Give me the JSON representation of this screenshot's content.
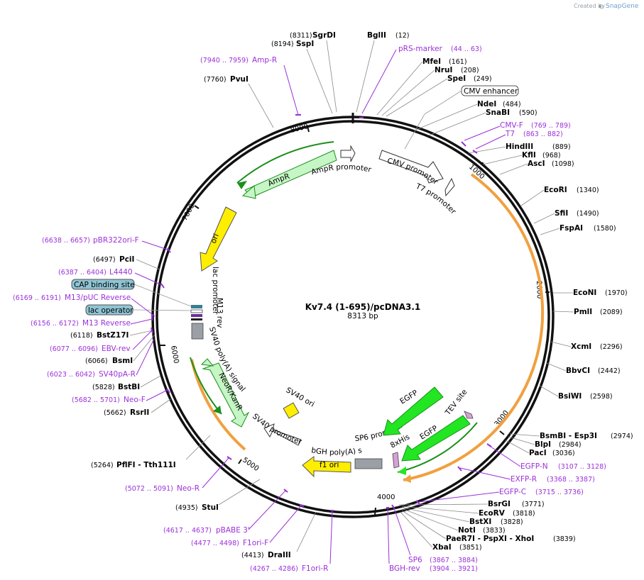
{
  "watermark": {
    "created_by": "Created by",
    "brand": "SnapGene"
  },
  "plasmid": {
    "name": "Kv7.4 (1-695)/pcDNA3.1",
    "size": "8313 bp"
  },
  "ticks": [
    "1000",
    "2000",
    "3000",
    "4000",
    "5000",
    "6000",
    "7000",
    "8000"
  ],
  "enzymes": [
    {
      "name": "SgrDI",
      "pos": "(8311)"
    },
    {
      "name": "SspI",
      "pos": "(8194)"
    },
    {
      "name": "BglII",
      "pos": "(12)"
    },
    {
      "name": "PvuI",
      "pos": "(7760)"
    },
    {
      "name": "MfeI",
      "pos": "(161)"
    },
    {
      "name": "NruI",
      "pos": "(208)"
    },
    {
      "name": "SpeI",
      "pos": "(249)"
    },
    {
      "name": "NdeI",
      "pos": "(484)"
    },
    {
      "name": "SnaBI",
      "pos": "(590)"
    },
    {
      "name": "HindIII",
      "pos": "(889)"
    },
    {
      "name": "KflI",
      "pos": "(968)"
    },
    {
      "name": "AscI",
      "pos": "(1098)"
    },
    {
      "name": "EcoRI",
      "pos": "(1340)"
    },
    {
      "name": "SfiI",
      "pos": "(1490)"
    },
    {
      "name": "FspAI",
      "pos": "(1580)"
    },
    {
      "name": "EcoNI",
      "pos": "(1970)"
    },
    {
      "name": "PmlI",
      "pos": "(2089)"
    },
    {
      "name": "XcmI",
      "pos": "(2296)"
    },
    {
      "name": "BbvCI",
      "pos": "(2442)"
    },
    {
      "name": "BsiWI",
      "pos": "(2598)"
    },
    {
      "name": "BsmBI - Esp3I",
      "pos": "(2974)"
    },
    {
      "name": "BlpI",
      "pos": "(2984)"
    },
    {
      "name": "PacI",
      "pos": "(3036)"
    },
    {
      "name": "BsrGI",
      "pos": "(3771)"
    },
    {
      "name": "EcoRV",
      "pos": "(3818)"
    },
    {
      "name": "BstXI",
      "pos": "(3828)"
    },
    {
      "name": "NotI",
      "pos": "(3833)"
    },
    {
      "name": "PaeR7I - PspXI - XhoI",
      "pos": "(3839)"
    },
    {
      "name": "XbaI",
      "pos": "(3851)"
    },
    {
      "name": "PciI",
      "pos": "(6497)"
    },
    {
      "name": "BstZ17I",
      "pos": "(6118)"
    },
    {
      "name": "BsmI",
      "pos": "(6066)"
    },
    {
      "name": "BstBI",
      "pos": "(5828)"
    },
    {
      "name": "RsrII",
      "pos": "(5662)"
    },
    {
      "name": "PflFI - Tth111I",
      "pos": "(5264)"
    },
    {
      "name": "StuI",
      "pos": "(4935)"
    },
    {
      "name": "DraIII",
      "pos": "(4413)"
    }
  ],
  "primers": [
    {
      "name": "Amp-R",
      "pos": "(7940 .. 7959)"
    },
    {
      "name": "pRS-marker",
      "pos": "(44 .. 63)"
    },
    {
      "name": "CMV-F",
      "pos": "(769 .. 789)"
    },
    {
      "name": "T7",
      "pos": "(863 .. 882)"
    },
    {
      "name": "EGFP-N",
      "pos": "(3107 .. 3128)"
    },
    {
      "name": "EXFP-R",
      "pos": "(3368 .. 3387)"
    },
    {
      "name": "EGFP-C",
      "pos": "(3715 .. 3736)"
    },
    {
      "name": "SP6",
      "pos": "(3867 .. 3884)"
    },
    {
      "name": "BGH-rev",
      "pos": "(3904 .. 3921)"
    },
    {
      "name": "pBR322ori-F",
      "pos": "(6638 .. 6657)"
    },
    {
      "name": "L4440",
      "pos": "(6387 .. 6404)"
    },
    {
      "name": "M13/pUC Reverse",
      "pos": "(6169 .. 6191)"
    },
    {
      "name": "M13 Reverse",
      "pos": "(6156 .. 6172)"
    },
    {
      "name": "EBV-rev",
      "pos": "(6077 .. 6096)"
    },
    {
      "name": "SV40pA-R",
      "pos": "(6023 .. 6042)"
    },
    {
      "name": "Neo-F",
      "pos": "(5682 .. 5701)"
    },
    {
      "name": "Neo-R",
      "pos": "(5072 .. 5091)"
    },
    {
      "name": "pBABE 3'",
      "pos": "(4617 .. 4637)"
    },
    {
      "name": "F1ori-F",
      "pos": "(4477 .. 4498)"
    },
    {
      "name": "F1ori-R",
      "pos": "(4267 .. 4286)"
    }
  ],
  "boxed_features": [
    "CMV enhancer",
    "CAP binding site",
    "lac operator"
  ],
  "features": {
    "ampr_promoter": "AmpR promoter",
    "ampr": "AmpR",
    "cmv_promoter": "CMV promoter",
    "t7_promoter": "T7 promoter",
    "ori": "ori",
    "m13_rev": "M13 rev",
    "lac_promoter": "lac promoter",
    "sv40_polya": "SV40 poly(A) signal",
    "neor": "NeoR/KanR",
    "sv40_ori": "SV40 ori",
    "sv40_promoter": "SV40 promoter",
    "f1_ori": "f1 ori",
    "bgh_polya": "bGH poly(A) signal",
    "sp6_promoter": "SP6 promoter",
    "his": "8xHis",
    "egfp_a": "EGFP",
    "egfp_b": "EGFP",
    "tev": "TEV site"
  },
  "colors": {
    "backbone": "#111111",
    "primer": "#9b30d9",
    "ampr_fill": "#c6f5c6",
    "egfp_fill": "#22e622",
    "ori_fill": "#ffee00",
    "kv74_orange": "#f0a040",
    "gray_box": "#9aa0a6",
    "boxed_label": "#8fc4d4"
  }
}
